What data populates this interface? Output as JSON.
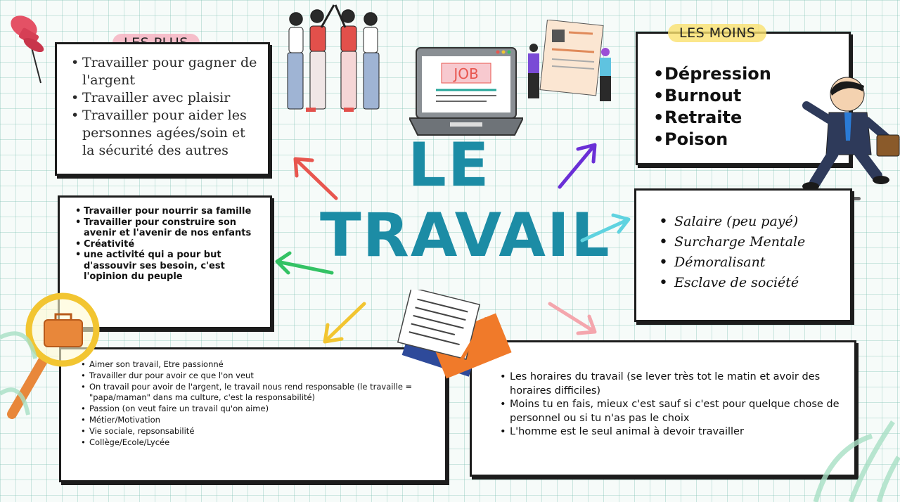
{
  "title": {
    "line1": "LE",
    "line2": "TRAVAIL"
  },
  "plus": {
    "label": "LES PLUS",
    "items": [
      "Travailler pour gagner de l'argent",
      "Travailler avec plaisir",
      "Travailler pour aider les personnes agées/soin et la sécurité des autres"
    ]
  },
  "moins": {
    "label": "LES MOINS",
    "items": [
      "Dépression",
      "Burnout",
      "Retraite",
      "Poison"
    ]
  },
  "famille": {
    "items": [
      "Travailler pour nourrir sa famille",
      "Travailler pour construire son avenir et l'avenir de nos enfants",
      "Créativité",
      "une activité qui a pour but d'assouvir ses besoin, c'est l'opinion du peuple"
    ]
  },
  "salaire": {
    "items": [
      "Salaire (peu payé)",
      "Surcharge Mentale",
      "Démoralisant",
      "Esclave de société"
    ]
  },
  "passion": {
    "items": [
      "Aimer son travail, Etre passionné",
      "Travailler dur pour avoir ce que l'on veut",
      "On travail pour avoir de l'argent, le travail nous rend responsable (le travaille = \"papa/maman\" dans ma culture, c'est la responsabilité)",
      "Passion (on veut faire un travail qu'on aime)",
      "Métier/Motivation",
      "Vie sociale, repsonsabilité",
      "Collège/Ecole/Lycée"
    ]
  },
  "horaires": {
    "items": [
      "Les horaires du travail (se lever très tot le matin et avoir des horaires difficiles)",
      "Moins tu en fais, mieux c'est sauf si c'est pour quelque chose de personnel ou si tu n'as pas le choix",
      "L'homme est le seul animal à devoir travailler"
    ]
  },
  "laptop": {
    "screen_text": "JOB"
  },
  "colors": {
    "title": "#1c8ca5",
    "arrow_red": "#e8564f",
    "arrow_purple": "#6a2fd6",
    "arrow_cyan": "#5fd3e0",
    "arrow_green": "#33c264",
    "arrow_yellow": "#f2c531",
    "arrow_pink": "#f4a6ad"
  }
}
